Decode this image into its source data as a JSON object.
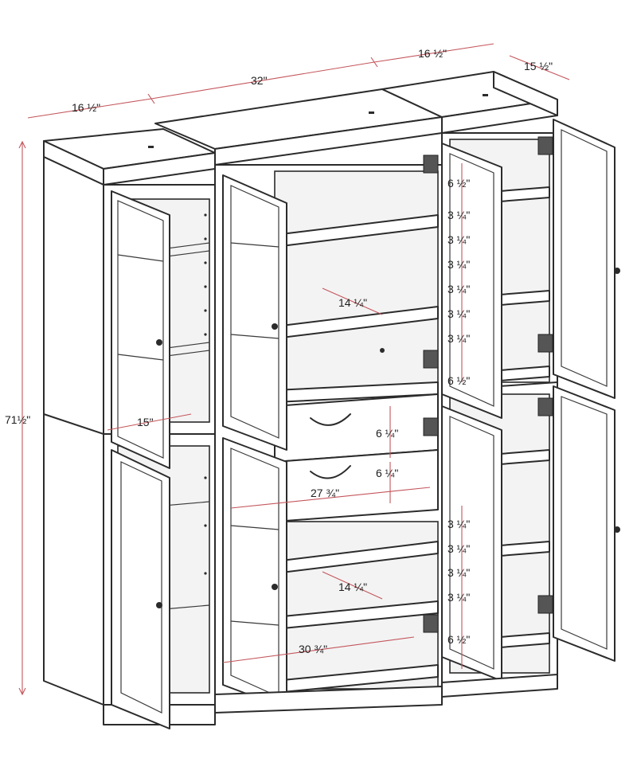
{
  "colors": {
    "line": "#2b2b2b",
    "dimension": "#c4565c",
    "text": "#1e1e1e",
    "background": "#ffffff"
  },
  "dimensions": {
    "overall_height": "71½\"",
    "left_width": "16 ½\"",
    "center_width": "32\"",
    "right_width": "16 ½\"",
    "depth": "15 ½\"",
    "left_shelf_depth": "15\"",
    "center_upper_shelf_depth": "14 ¼\"",
    "center_lower_shelf_depth": "14 ¼\"",
    "drawer_top": "6 ¼\"",
    "drawer_bottom": "6 ¼\"",
    "drawer_width": "27 ¾\"",
    "center_bottom_width": "30 ¾\"",
    "right_upper": [
      "6 ½\"",
      "3 ¼\"",
      "3 ¼\"",
      "3 ¼\"",
      "3 ¼\"",
      "3 ¼\"",
      "3 ¼\"",
      "6 ½\""
    ],
    "right_lower": [
      "3 ¼\"",
      "3 ¼\"",
      "3 ¼\"",
      "3 ¼\"",
      "6 ½\""
    ]
  },
  "icons": {
    "hinge": "hinge-icon",
    "knob": "knob-icon"
  }
}
